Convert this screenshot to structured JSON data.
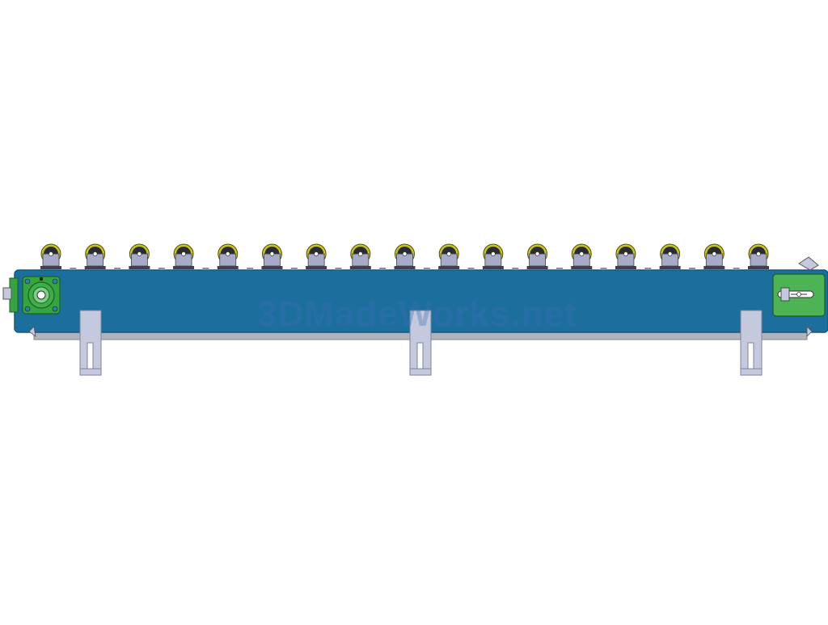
{
  "watermark": {
    "text": "3DMadeWorks.net"
  },
  "colors": {
    "background": "#ffffff",
    "frame_body": "#1c6e9c",
    "frame_edge": "#0f5a86",
    "rail": "#b0b4bc",
    "leg": "#c4c9dd",
    "leg_edge": "#7d83a0",
    "roller_rim": "#c9c323",
    "roller_dark": "#2a2d30",
    "roller_bracket": "#a7aac8",
    "bearing_green": "#35a63f",
    "tensioner_green": "#4db354"
  },
  "drawing": {
    "roller_count": 17,
    "leg_count": 3,
    "components": [
      "roller",
      "frame",
      "bearing-block",
      "tensioner",
      "support-leg",
      "end-guard"
    ]
  }
}
